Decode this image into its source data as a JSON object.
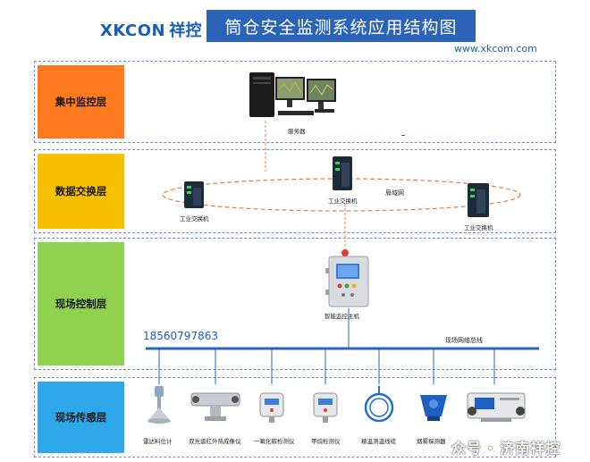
{
  "header": {
    "logo_text": "XKCON",
    "logo_cn": "祥控",
    "title": "筒仓安全监测系统应用结构图",
    "website": "www.xkcom.com"
  },
  "layers": {
    "central": "集中监控层",
    "exchange": "数据交换层",
    "control": "现场控制层",
    "sensing": "现场传感层"
  },
  "devices": {
    "server": "服务器",
    "switch_left": "工业交换机",
    "switch_center": "工业交换机",
    "switch_right": "工业交换机",
    "lan": "局域网",
    "controller": "智能监控主机",
    "phone": "18560797863",
    "bus": "现场网络总线"
  },
  "sensors": [
    {
      "label": "雷达料位计"
    },
    {
      "label": "双光谱红外热成像仪"
    },
    {
      "label": "一氧化碳检测仪"
    },
    {
      "label": "甲烷检测仪"
    },
    {
      "label": "粮温测温线缆"
    },
    {
      "label": "烟雾探测器"
    },
    {
      "label": ""
    }
  ],
  "watermark": "众号 · 济南祥控",
  "colors": {
    "central": "#ff7a1f",
    "exchange": "#f7c000",
    "control": "#8fd14f",
    "sensing": "#2ea8e8",
    "bus": "#2b63b8",
    "dashed": "#e08040"
  }
}
